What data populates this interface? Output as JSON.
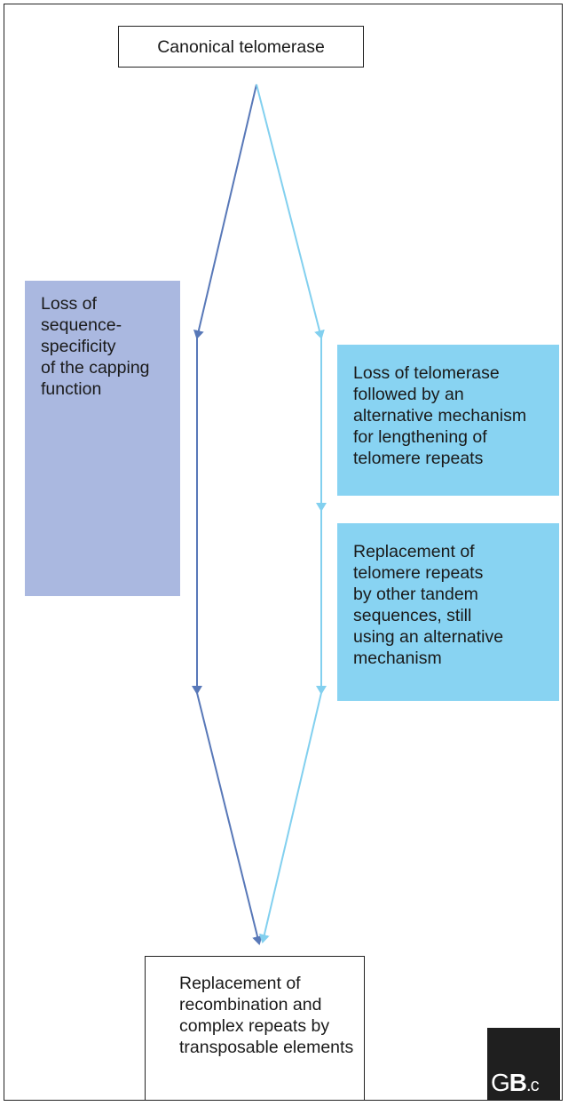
{
  "colors": {
    "dark_arrow": "#5878b8",
    "light_arrow": "#82d0ef",
    "light_blue_box": "#88d3f2",
    "lavender_box": "#aab8e0",
    "border": "#222222",
    "logo_bg": "#1f1f1f"
  },
  "nodes": {
    "top": "Canonical telomerase",
    "loss_telomerase": "Loss of telomerase\nfollowed by an\nalternative mechanism\nfor lengthening of\ntelomere repeats",
    "replacement_tandem": "Replacement of\ntelomere repeats\nby other tandem\nsequences, still\nusing an alternative\nmechanism",
    "loss_specificity": "Loss of\nsequence-\nspecificity\nof the capping\nfunction",
    "bottom": "Replacement of\nrecombination and\ncomplex repeats by\ntransposable elements"
  },
  "logo": {
    "part1": "G",
    "part2": "B",
    "part3": ".c"
  }
}
